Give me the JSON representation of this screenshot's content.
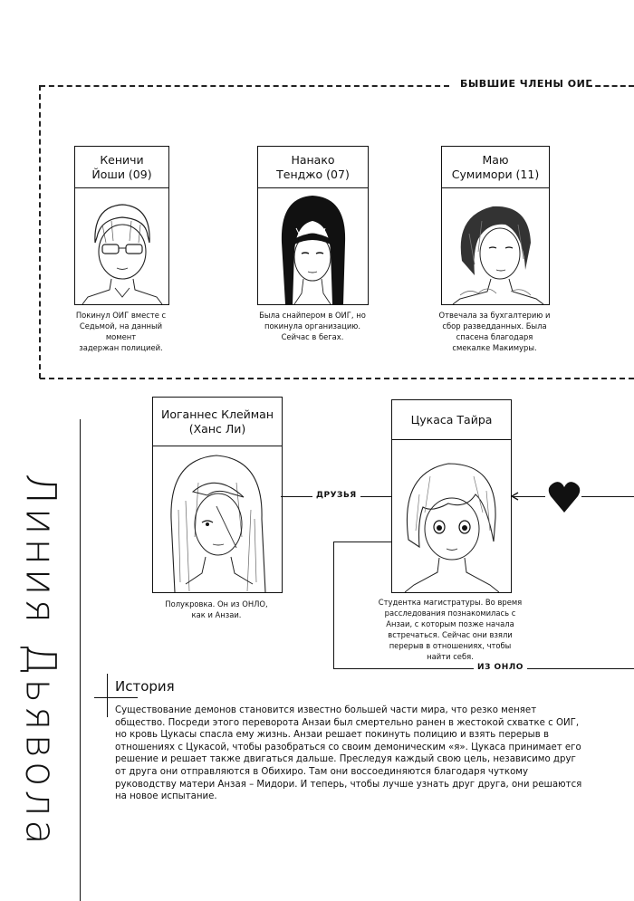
{
  "former_members": {
    "section_label": "БЫВШИЕ ЧЛЕНЫ ОИГ",
    "members": [
      {
        "name_line1": "Кеничи",
        "name_line2": "Йоши (09)",
        "desc": [
          "Покинул ОИГ вместе с",
          "Седьмой, на данный момент",
          "задержан полицией."
        ]
      },
      {
        "name_line1": "Нанако",
        "name_line2": "Тенджо (07)",
        "desc": [
          "Была снайпером в ОИГ, но",
          "покинула организацию.",
          "Сейчас в бегах."
        ]
      },
      {
        "name_line1": "Маю",
        "name_line2": "Сумимори (11)",
        "desc": [
          "Отвечала за бухгалтерию и",
          "сбор разведданных. Была",
          "спасена благодаря",
          "смекалке Макимуры."
        ]
      }
    ]
  },
  "main_characters": {
    "johannes": {
      "name_line1": "Иоганнес Клейман",
      "name_line2": "(Ханс Ли)",
      "desc": [
        "Полукровка. Он из ОНЛО,",
        "как и Анзаи."
      ]
    },
    "tsukasa": {
      "name_line1": "Цукаса Тайра",
      "desc": [
        "Студентка магистратуры. Во время",
        "расследования познакомилась с",
        "Анзаи, с которым позже начала",
        "встречаться. Сейчас они взяли",
        "перерыв в отношениях, чтобы",
        "найти себя."
      ]
    }
  },
  "connections": {
    "friends_label": "ДРУЗЬЯ",
    "from_onlo_label": "ИЗ ОНЛО",
    "heart_icon": "heart-icon"
  },
  "side_title": "Линия Дьявола",
  "history": {
    "title": "История",
    "text": "Существование демонов становится известно большей части мира, что резко меняет общество. Посреди этого переворота Анзаи был смертельно ранен в жестокой схватке с ОИГ, но кровь Цукасы спасла ему жизнь. Анзаи решает покинуть полицию и взять перерыв в отношениях с Цукасой, чтобы разобраться со своим демоническим «я». Цукаса принимает его решение и решает также двигаться дальше. Преследуя каждый свою цель, независимо друг от друга они отправляются в Обихиро. Там они воссоединяются благодаря чуткому руководству матери Анзая – Мидори. И теперь, чтобы лучше узнать друг друга, они решаются на новое испытание."
  }
}
